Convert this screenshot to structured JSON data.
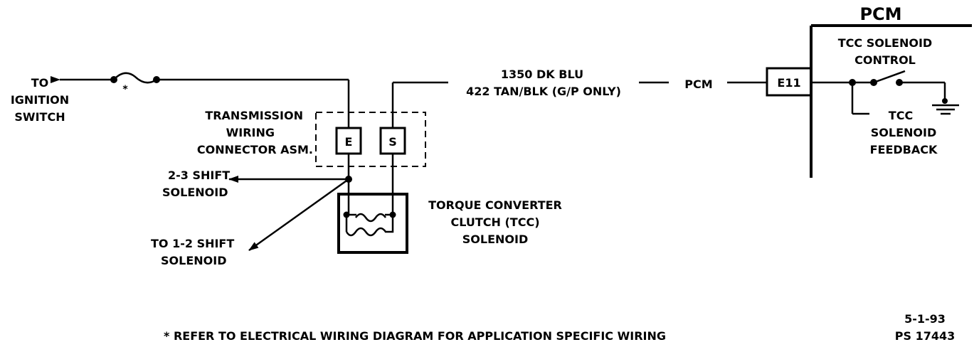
{
  "labels": {
    "to_ignition_1": "TO",
    "to_ignition_2": "IGNITION",
    "to_ignition_3": "SWITCH",
    "fuse_mark": "*",
    "trans_conn_1": "TRANSMISSION",
    "trans_conn_2": "WIRING",
    "trans_conn_3": "CONNECTOR ASM.",
    "pin_e": "E",
    "pin_s": "S",
    "shift23_1": "2-3 SHIFT",
    "shift23_2": "SOLENOID",
    "shift12_1": "TO 1-2 SHIFT",
    "shift12_2": "SOLENOID",
    "tcc_1": "TORQUE CONVERTER",
    "tcc_2": "CLUTCH (TCC)",
    "tcc_3": "SOLENOID",
    "wire_1": "1350 DK BLU",
    "wire_2": "422 TAN/BLK (G/P ONLY)",
    "pcm_wire": "PCM",
    "pin_e11": "E11",
    "pcm_title": "PCM",
    "tcc_ctrl_1": "TCC SOLENOID",
    "tcc_ctrl_2": "CONTROL",
    "tcc_fb_1": "TCC",
    "tcc_fb_2": "SOLENOID",
    "tcc_fb_3": "FEEDBACK",
    "footnote": "* REFER TO ELECTRICAL WIRING DIAGRAM FOR APPLICATION SPECIFIC WIRING",
    "date": "5-1-93",
    "ps_number": "PS 17443"
  },
  "colors": {
    "ink": "#000000",
    "paper": "#ffffff"
  }
}
